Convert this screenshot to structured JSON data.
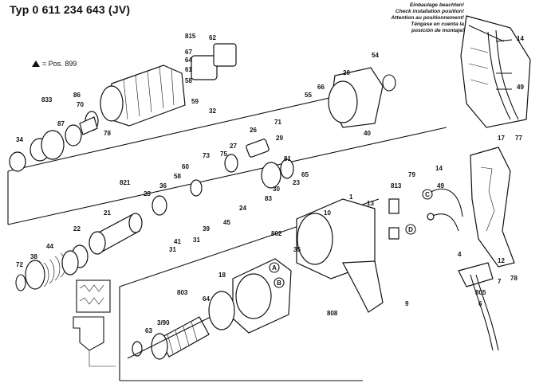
{
  "header": {
    "title": "Typ 0 611 234 643 (JV)",
    "legend": "= Pos. 899"
  },
  "install_note": {
    "lines": [
      "Einbaulage beachten!",
      "Check installation position!",
      "Attention au positionnement!",
      "Téngase en cuenta la",
      "posición de montaje!"
    ]
  },
  "circle_markers": [
    "A",
    "B",
    "C",
    "D"
  ],
  "part_labels": [
    "815",
    "62",
    "67",
    "64",
    "61",
    "58",
    "59",
    "32",
    "78",
    "833",
    "87",
    "70",
    "86",
    "34",
    "54",
    "20",
    "55",
    "66",
    "40",
    "71",
    "26",
    "27",
    "29",
    "75",
    "60",
    "58",
    "73",
    "81",
    "65",
    "23",
    "30",
    "821",
    "28",
    "36",
    "83",
    "24",
    "45",
    "21",
    "22",
    "39",
    "31",
    "41",
    "31",
    "72",
    "38",
    "44",
    "13",
    "813",
    "10",
    "79",
    "14",
    "49",
    "802",
    "35",
    "1",
    "18",
    "803",
    "64",
    "63",
    "3/90",
    "808",
    "9",
    "17",
    "77",
    "12",
    "805",
    "6",
    "4",
    "7",
    "78",
    "14",
    "49"
  ]
}
